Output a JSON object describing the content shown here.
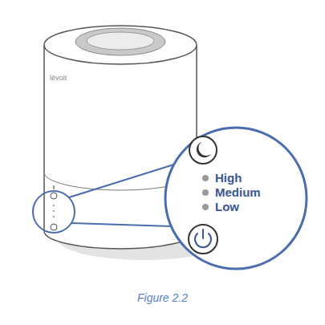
{
  "diagram": {
    "caption": "Figure 2.2",
    "labels": [
      "lēvoit",
      "High",
      "Medium",
      "Low"
    ]
  }
}
